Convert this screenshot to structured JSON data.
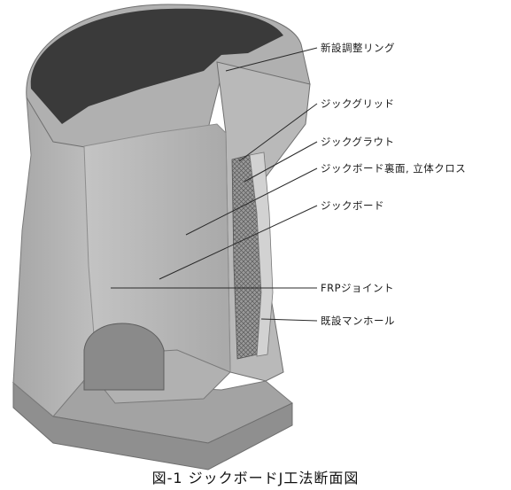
{
  "figure": {
    "caption": "図-1 ジックボードJ工法断面図",
    "labels": {
      "new_ring": "新設調整リング",
      "zick_grid": "ジックグリッド",
      "zick_grout": "ジックグラウト",
      "zick_board_back": "ジックボード裏面, 立体クロス",
      "zick_board": "ジックボード",
      "frp_joint": "FRPジョイント",
      "existing_manhole": "既設マンホール"
    }
  },
  "colors": {
    "concrete": "#b8b8b8",
    "concrete_dark": "#8a8a8a",
    "rim_dark": "#3a3a3a",
    "board": "#cfcfcf",
    "leader": "#2a2a2a"
  }
}
